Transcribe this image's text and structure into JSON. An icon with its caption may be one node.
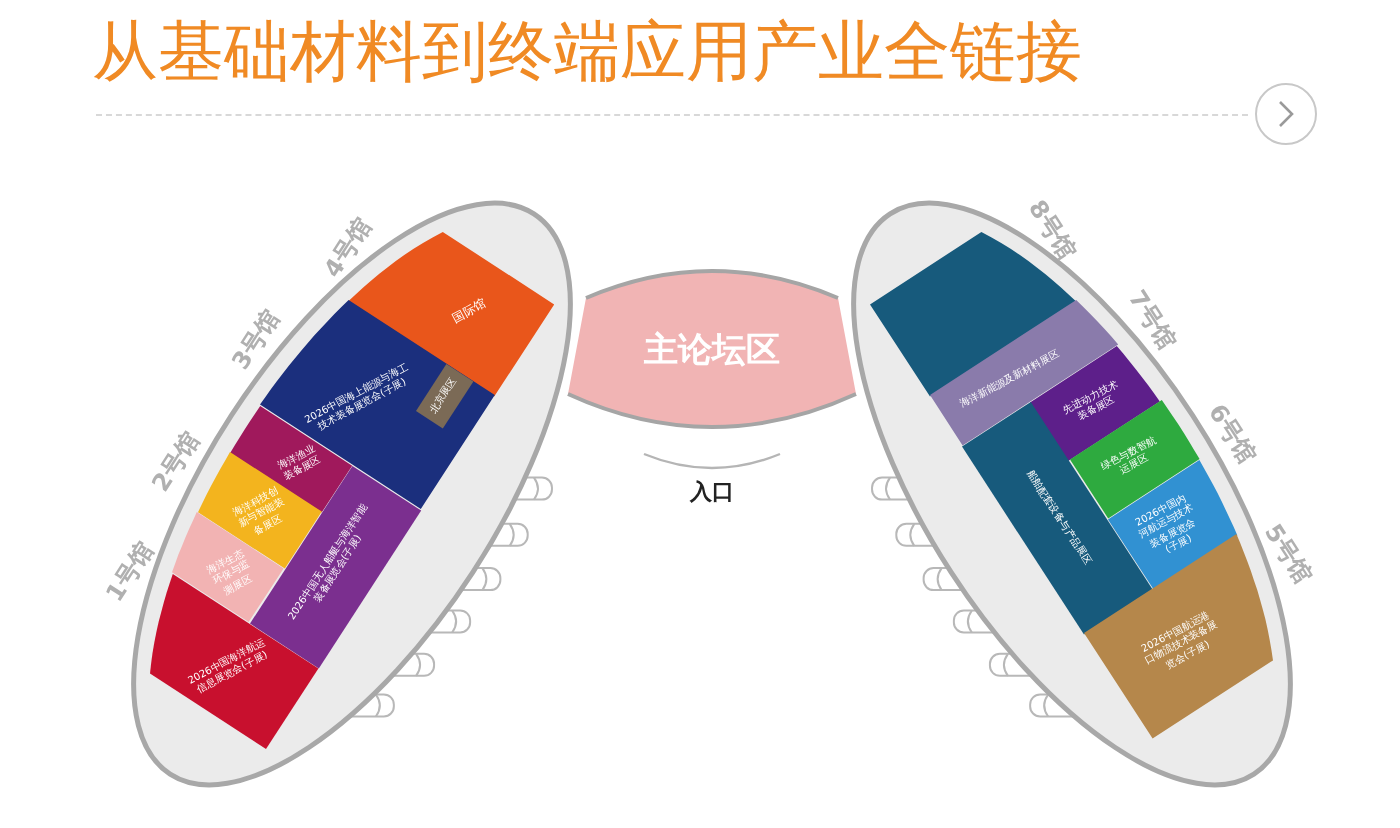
{
  "diagram": {
    "title": "从基础材料到终端应用产业全链接",
    "nodes": [
      {
        "text": [
          "国际馆"
        ]
      },
      {
        "text": [
          "2026中国海上能源与海工技术装备展览会(子展)"
        ]
      },
      {
        "text": [
          "北京展区"
        ],
        "in": 1
      },
      {
        "text": [
          "海洋渔业装备展区"
        ]
      },
      {
        "text": [
          "海洋科技创新与智能装备展区"
        ]
      },
      {
        "text": [
          "海洋生态环保与监测展区"
        ]
      },
      {
        "text": [
          "2026中国无人船艇与海洋智能装备展览会(子展)"
        ]
      },
      {
        "text": [
          "2026中国海洋航运信息展览会(子展)"
        ]
      },
      {
        "text": [
          "主论坛区"
        ]
      },
      {
        "text": [],
        "shape": "box"
      },
      {
        "text": [
          "海洋新能源及新材料展区"
        ]
      },
      {
        "text": [
          "先进动力技术装备展区"
        ]
      },
      {
        "text": [
          "绿色与数智航运展区"
        ]
      },
      {
        "text": [
          "2026中国内河航运与技术装备展览会(子展)"
        ]
      },
      {
        "text": [
          "船舶配套设备与产品展区"
        ]
      },
      {
        "text": [
          "2026中国航运港口物流技术装备展览会(子展)"
        ]
      }
    ],
    "labels": [
      "4号馆",
      "3号馆",
      "2号馆",
      "1号馆",
      "入口",
      "8号馆",
      "7号馆",
      "6号馆",
      "5号馆"
    ]
  }
}
